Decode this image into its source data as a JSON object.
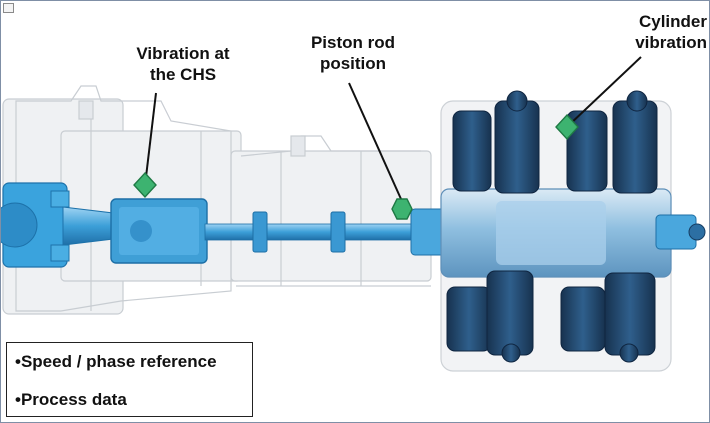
{
  "labels": {
    "chs_line1": "Vibration at",
    "chs_line2": "the CHS",
    "rod_line1": "Piston rod",
    "rod_line2": "position",
    "cyl_line1": "Cylinder",
    "cyl_line2": "vibration"
  },
  "info_box": {
    "item1": "•Speed / phase reference",
    "item2": "•Process data"
  },
  "colors": {
    "sensor_marker": "#3db370",
    "machine_blue": "#3aa3dd",
    "valve_navy": "#1e3f66",
    "ghost_grey": "#c8ccd1"
  }
}
